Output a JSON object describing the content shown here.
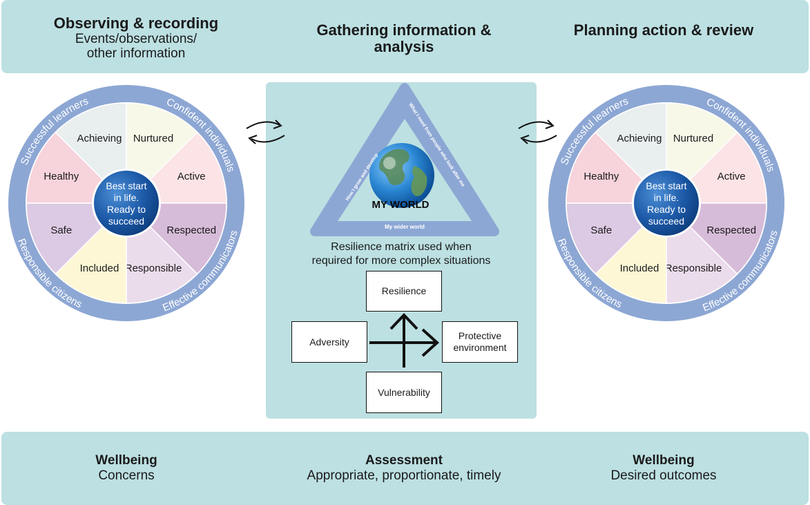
{
  "header": {
    "left_title": "Observing & recording",
    "left_sub1": "Events/observations/",
    "left_sub2": "other information",
    "center_title1": "Gathering information &",
    "center_title2": "analysis",
    "right_title": "Planning action & review"
  },
  "wheel": {
    "segments": [
      "Nurtured",
      "Active",
      "Respected",
      "Responsible",
      "Included",
      "Safe",
      "Healthy",
      "Achieving"
    ],
    "center_line1": "Best start",
    "center_line2": "in life.",
    "center_line3": "Ready to",
    "center_line4": "succeed",
    "ring": [
      "Successful learners",
      "Confident individuals",
      "Effective communicators",
      "Responsible citizens"
    ],
    "colors": {
      "ring": "#8da7d4",
      "Nurtured": "#f7f8e8",
      "Active": "#fbe3e6",
      "Respected": "#d7bcd9",
      "Responsible": "#ebdcec",
      "Included": "#fdf7d5",
      "Safe": "#dcc9e3",
      "Healthy": "#f7d3dc",
      "Achieving": "#e9eeee"
    }
  },
  "my_world": {
    "label": "MY WORLD",
    "side_left": "How I grow and develop",
    "side_right": "What I need from people who look after me",
    "side_bottom": "My wider world"
  },
  "resilience": {
    "title1": "Resilience matrix used when",
    "title2": "required for more complex situations",
    "top": "Resilience",
    "left": "Adversity",
    "right1": "Protective",
    "right2": "environment",
    "bottom": "Vulnerability"
  },
  "footer": {
    "left_title": "Wellbeing",
    "left_sub": "Concerns",
    "center_title": "Assessment",
    "center_sub": "Appropriate, proportionate, timely",
    "right_title": "Wellbeing",
    "right_sub": "Desired outcomes"
  }
}
